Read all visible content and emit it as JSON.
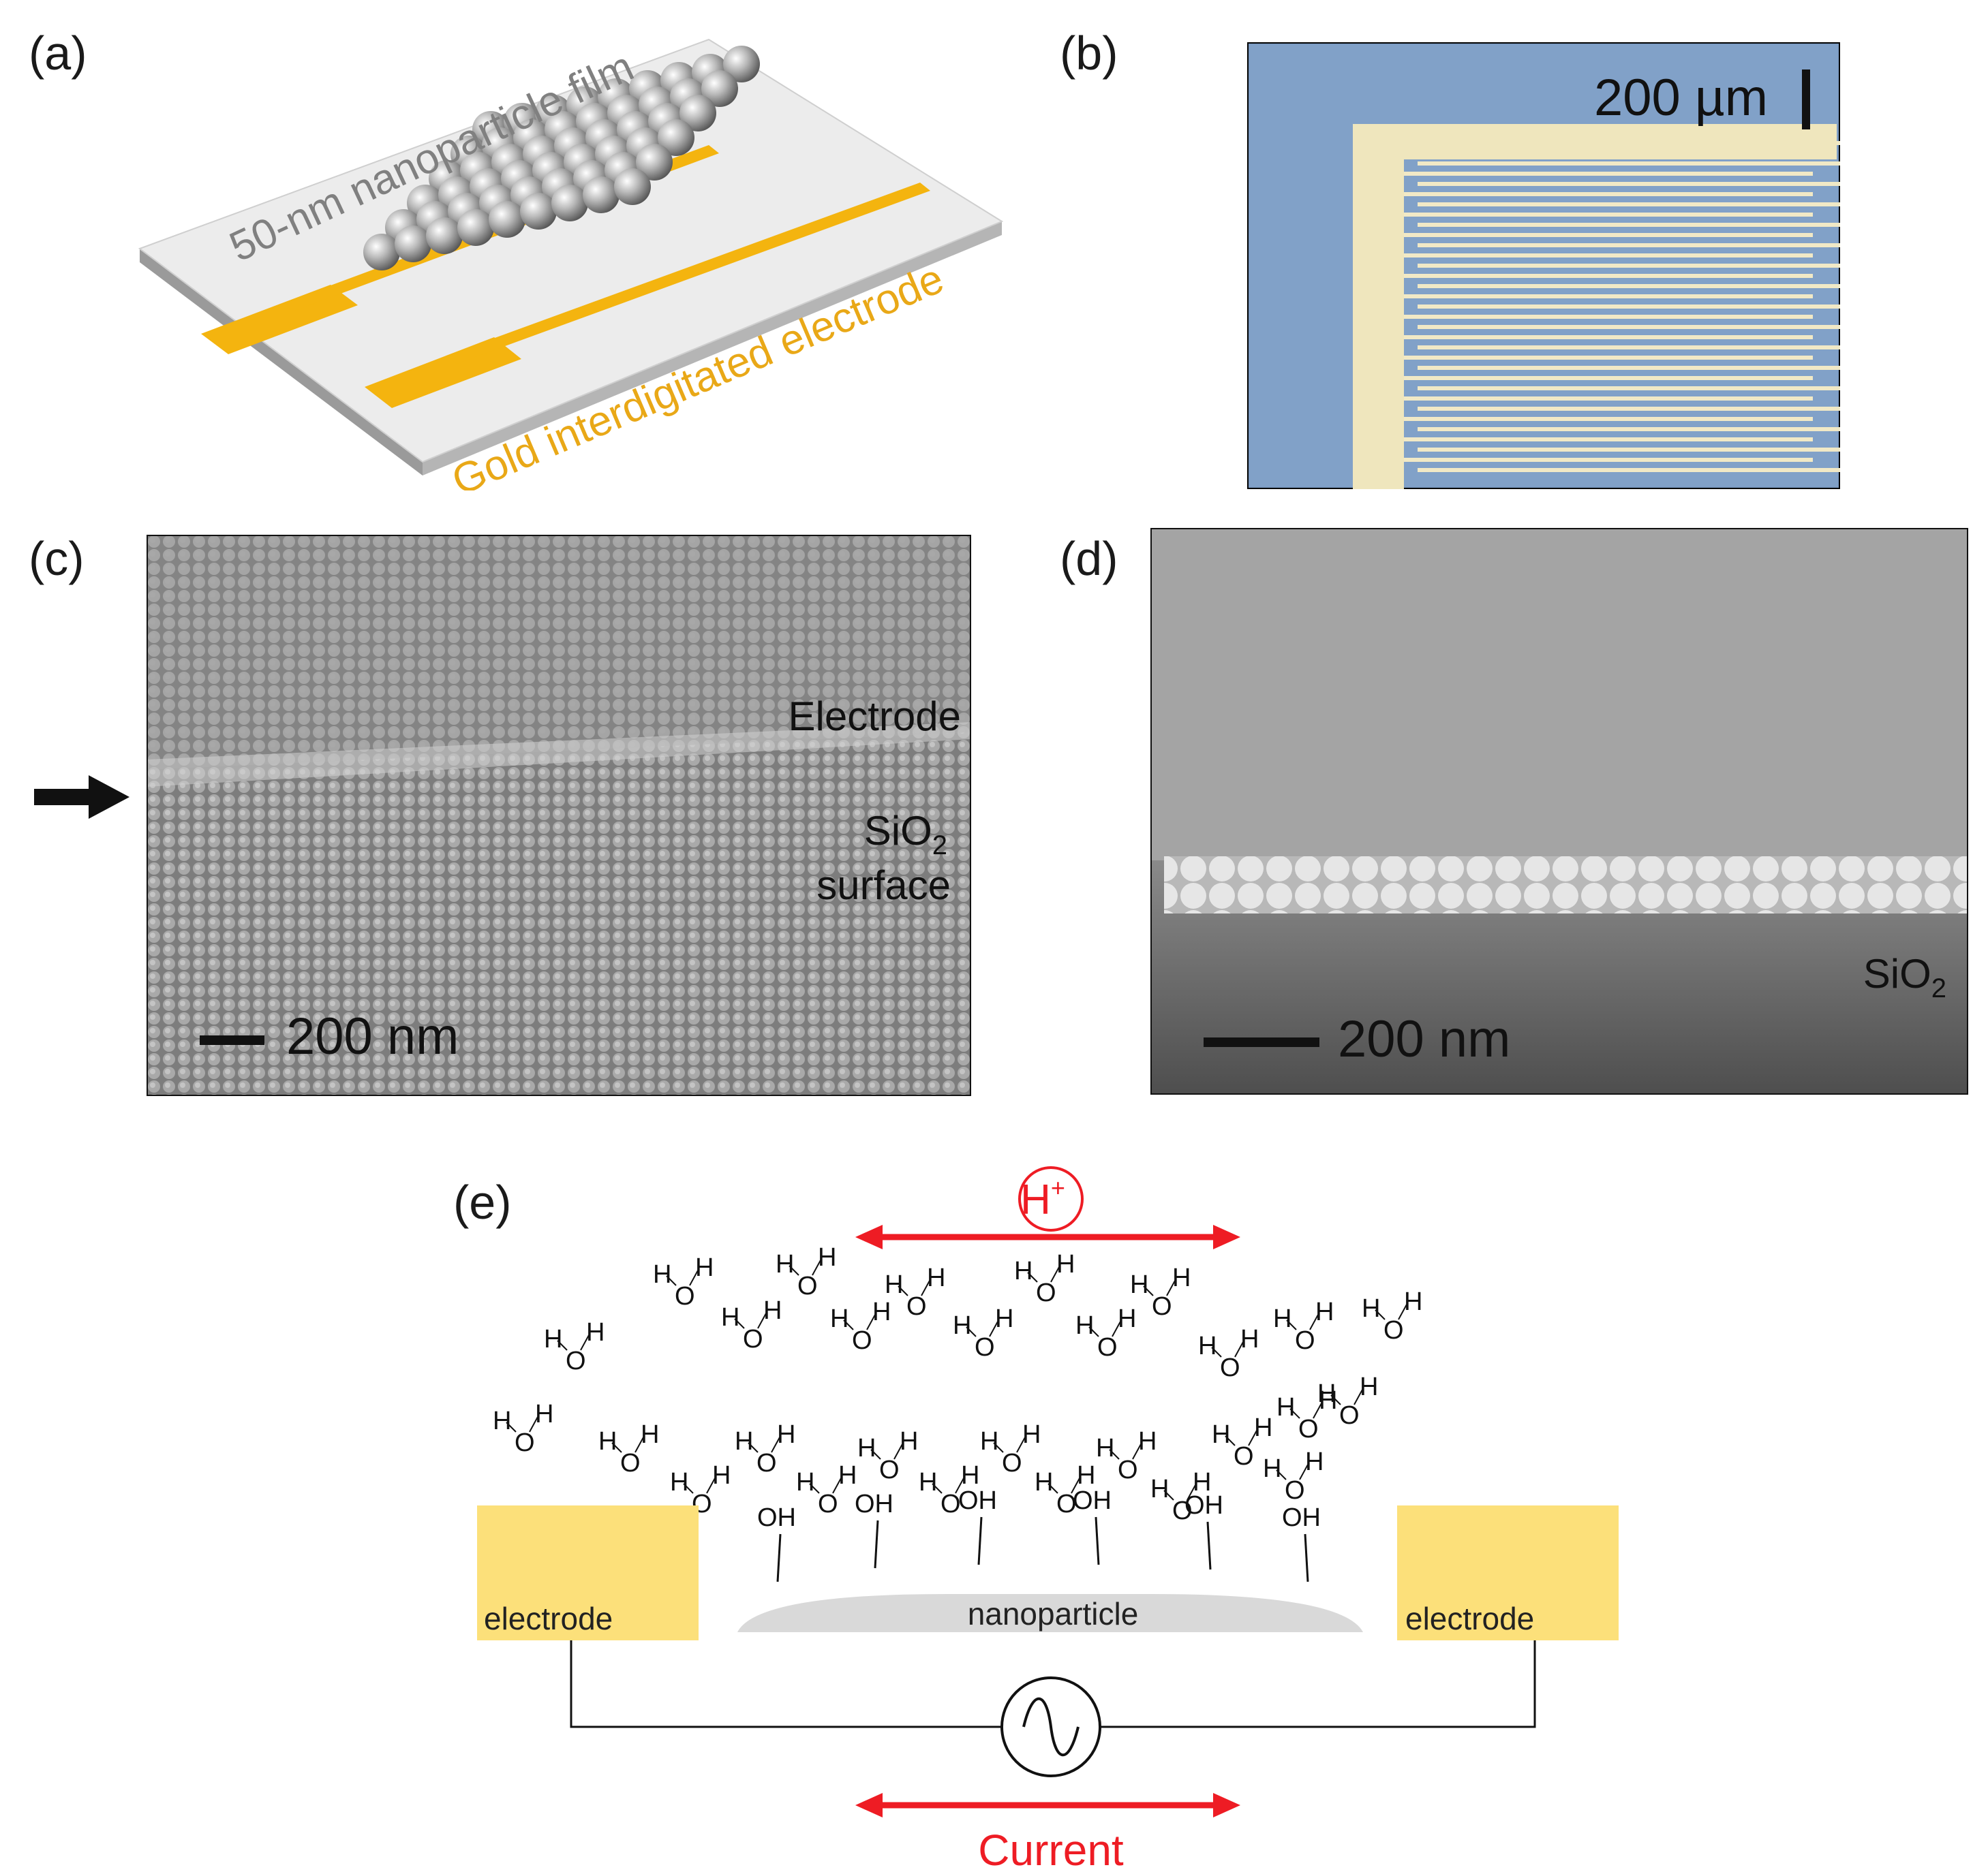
{
  "panels": {
    "a": {
      "label": "(a)",
      "film_label": "50-nm nanoparticle film",
      "electrode_label": "Gold interdigitated electrode"
    },
    "b": {
      "label": "(b)",
      "scale_bar": "200 µm"
    },
    "c": {
      "label": "(c)",
      "electrode_text": "Electrode",
      "sio2_main": "SiO",
      "sio2_sub": "2",
      "surface_text": "surface",
      "scale_bar": "200 nm"
    },
    "d": {
      "label": "(d)",
      "sio2_main": "SiO",
      "sio2_sub": "2",
      "scale_bar": "200 nm"
    },
    "e": {
      "label": "(e)",
      "proton_main": "H",
      "proton_sup": "+",
      "electrode_left": "electrode",
      "electrode_right": "electrode",
      "nanoparticle": "nanoparticle",
      "current": "Current",
      "oh_group": "OH",
      "hydrogen": "H",
      "oxygen": "O"
    }
  },
  "colors": {
    "gold": "#f4b40f",
    "electrode_fill": "#fce07a",
    "red": "#ee1c24",
    "nanoparticle_fill": "#d9d9d9"
  }
}
